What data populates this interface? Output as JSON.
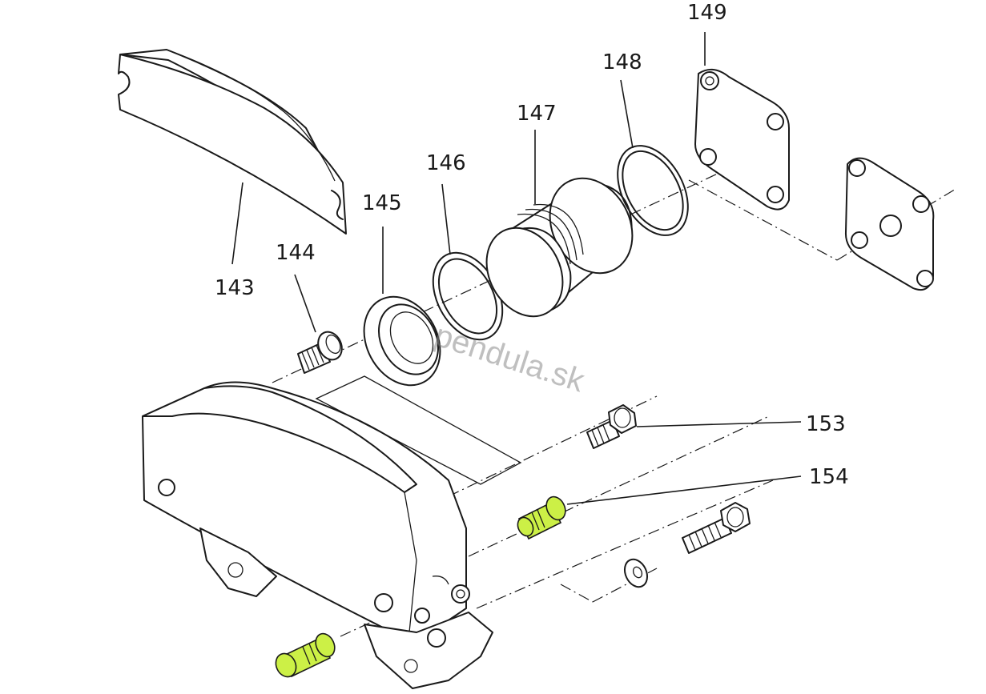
{
  "labels": {
    "p143": "143",
    "p144": "144",
    "p145": "145",
    "p146": "146",
    "p147": "147",
    "p148": "148",
    "p149": "149",
    "p153": "153",
    "p154": "154"
  },
  "watermark": "pendula.sk",
  "colors": {
    "highlight": "#ccf046",
    "ink": "#1a1a1a"
  }
}
